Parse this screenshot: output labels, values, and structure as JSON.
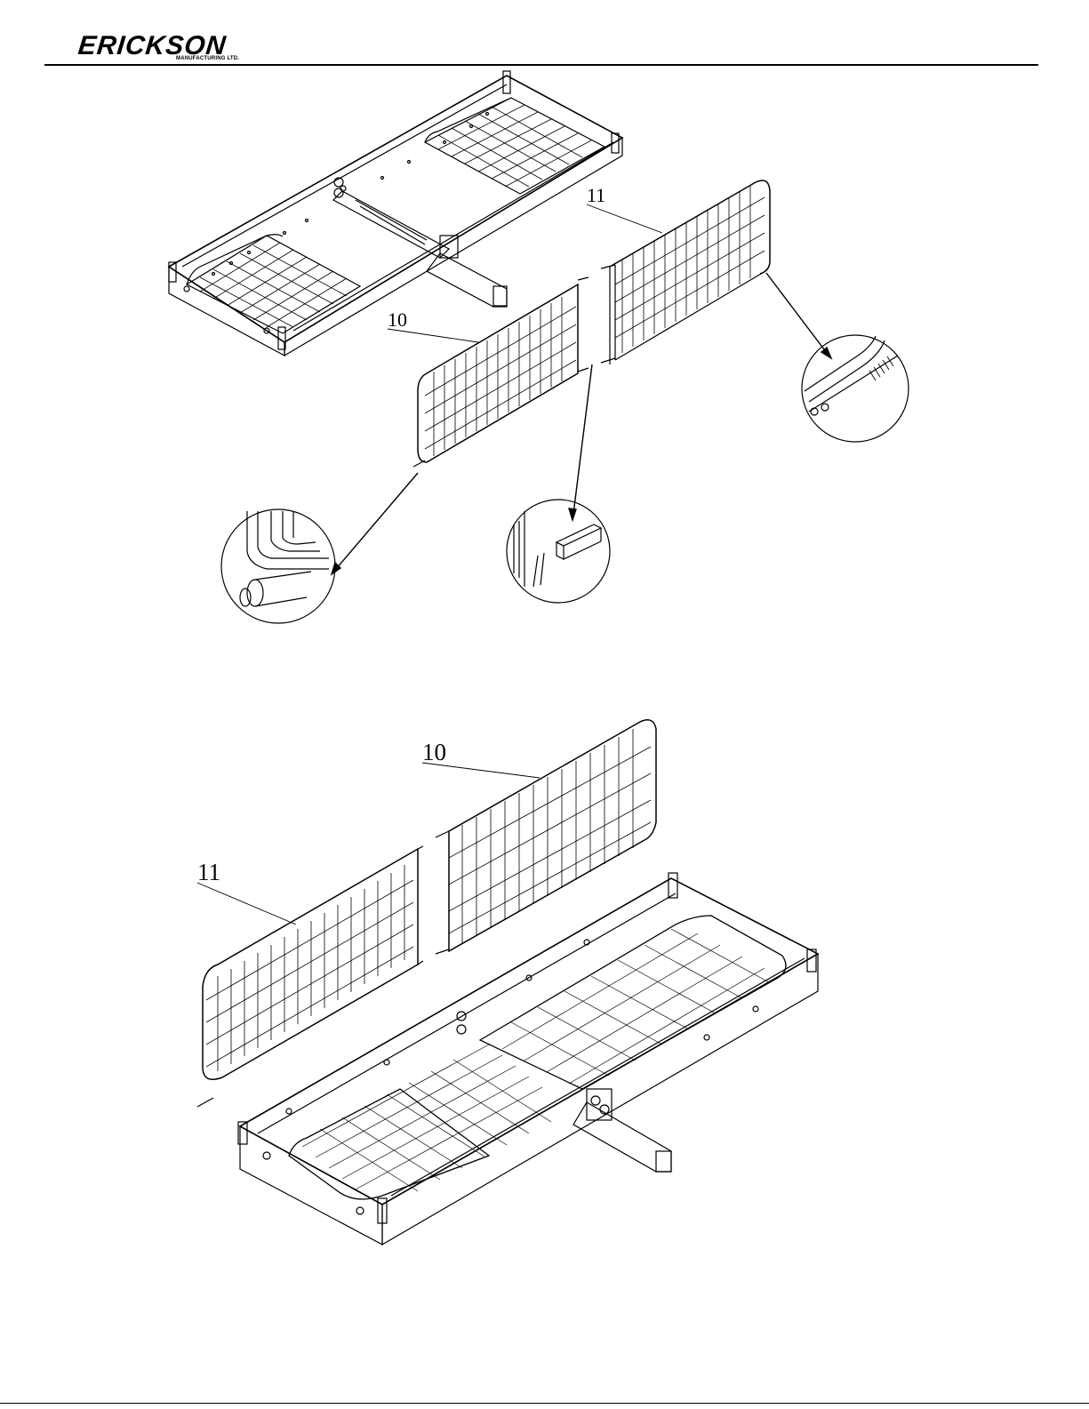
{
  "header": {
    "brand": "ERICKSON",
    "brand_sub": "MANUFACTURING LTD."
  },
  "diagram": {
    "top_view": {
      "callouts": [
        {
          "id": "callout-top-11",
          "label": "11"
        },
        {
          "id": "callout-top-10",
          "label": "10"
        }
      ],
      "detail_circles": [
        "pin-connector-detail",
        "square-tube-detail",
        "spring-pin-detail"
      ]
    },
    "bottom_view": {
      "callouts": [
        {
          "id": "callout-bottom-10",
          "label": "10"
        },
        {
          "id": "callout-bottom-11",
          "label": "11"
        }
      ]
    }
  }
}
